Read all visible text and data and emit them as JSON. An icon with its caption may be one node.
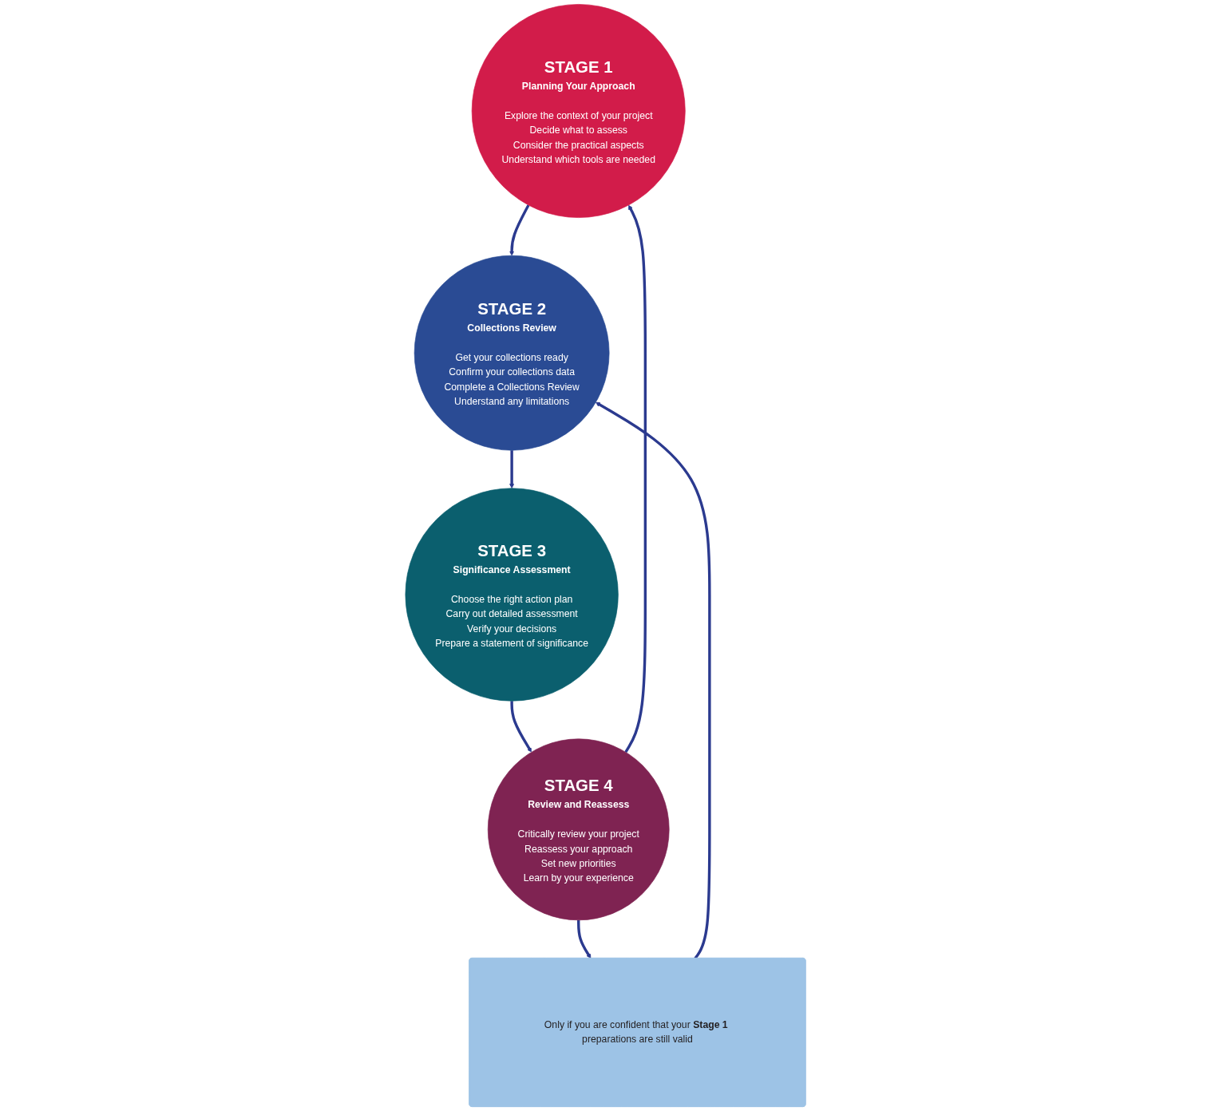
{
  "diagram": {
    "nodes": [
      {
        "text": [
          "STAGE 1",
          "Planning Your Approach",
          "Explore the context of your project",
          "Decide what to assess",
          "Consider the practical aspects",
          "Understand which tools are needed"
        ]
      },
      {
        "text": [
          "STAGE 2",
          "Collections Review",
          "Get your collections ready",
          "Confirm your collections data",
          "Complete a Collections Review",
          "Understand any limitations"
        ]
      },
      {
        "text": [
          "STAGE 3",
          "Significance Assessment",
          "Choose the right action plan",
          "Carry out detailed assessment",
          "Verify your decisions",
          "Prepare a statement of significance"
        ]
      },
      {
        "text": [
          "STAGE 4",
          "Review and Reassess",
          "Critically review your project",
          "Reassess your approach",
          "Set new priorities",
          "Learn by your experience"
        ]
      },
      {
        "text": [
          "Only if you are confident that your **Stage 1** preparations are still valid"
        ]
      }
    ],
    "edges": [
      {
        "from": 0,
        "to": 1,
        "arrow": "to"
      },
      {
        "from": 1,
        "to": 2,
        "arrow": "to"
      },
      {
        "from": 2,
        "to": 3,
        "arrow": "to"
      },
      {
        "from": 3,
        "to": 0,
        "arrow": "to"
      },
      {
        "from": 3,
        "to": 4,
        "arrow": "to"
      },
      {
        "from": 4,
        "to": 1,
        "arrow": "to"
      }
    ]
  }
}
